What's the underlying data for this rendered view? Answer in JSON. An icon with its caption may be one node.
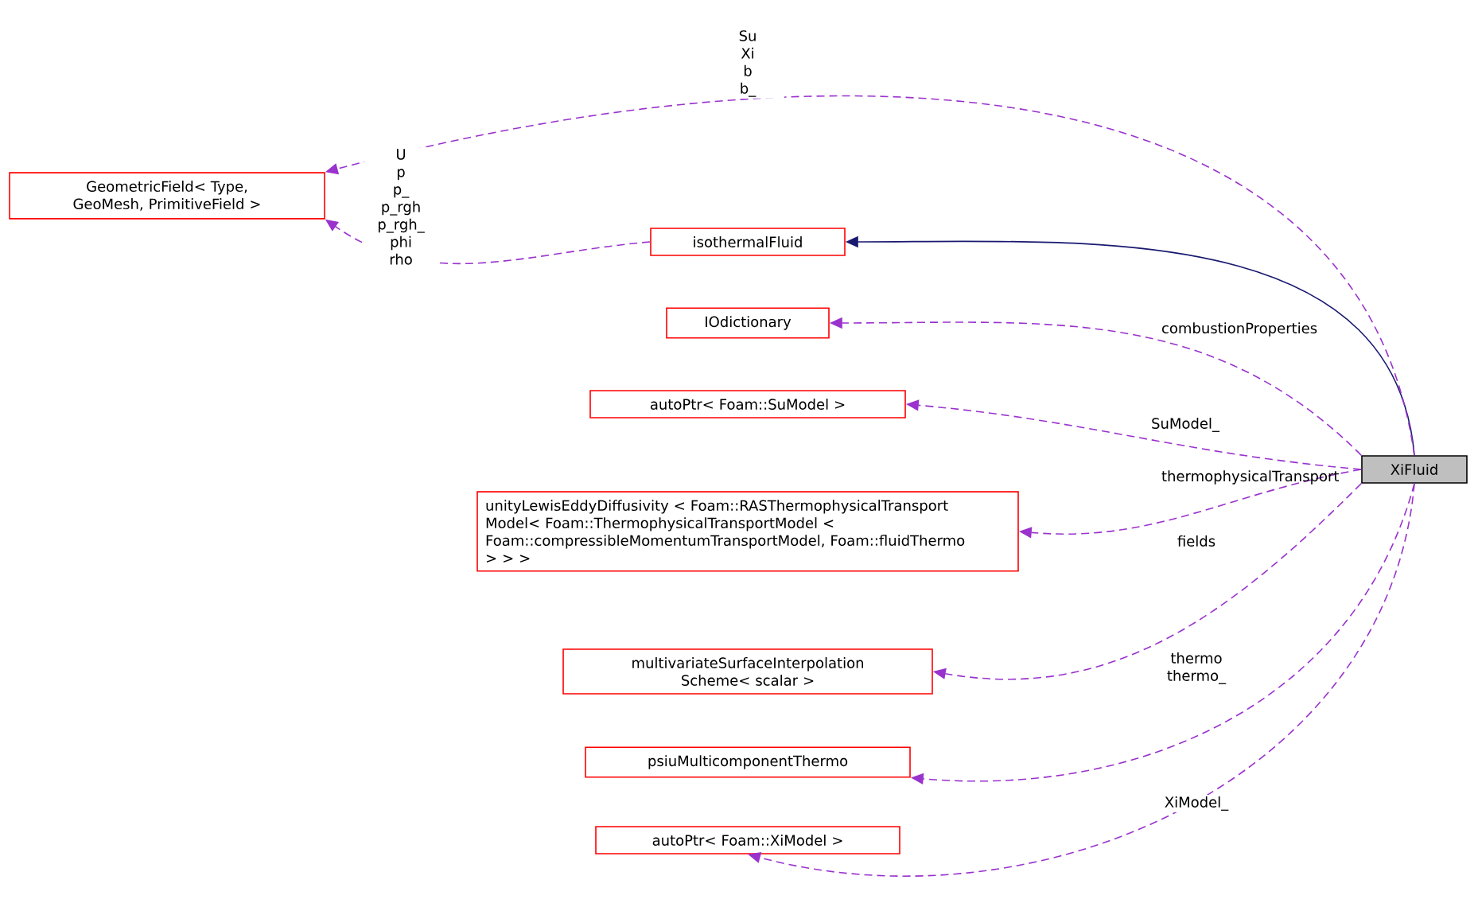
{
  "diagram": {
    "nodes": [
      {
        "text": [
          "XiFluid"
        ]
      },
      {
        "text": [
          "GeometricField< Type, GeoMesh, PrimitiveField >"
        ]
      },
      {
        "text": [
          "isothermalFluid"
        ]
      },
      {
        "text": [
          "IOdictionary"
        ]
      },
      {
        "text": [
          "autoPtr< Foam::SuModel >"
        ]
      },
      {
        "text": [
          "unityLewisEddyDiffusivity < Foam::RASThermophysicalTransport Model< Foam::ThermophysicalTransportModel < Foam::compressibleMomentumTransportModel, Foam::fluidThermo > > >"
        ]
      },
      {
        "text": [
          "multivariateSurfaceInterpolation Scheme< scalar >"
        ]
      },
      {
        "text": [
          "psiuMulticomponentThermo"
        ]
      },
      {
        "text": [
          "autoPtr< Foam::XiModel >"
        ]
      }
    ],
    "edges": [
      {
        "from": 0,
        "to": 2,
        "arrow": "to",
        "color": "#191970"
      },
      {
        "from": 0,
        "to": 1,
        "arrow": "to",
        "style": "dashed",
        "label": "Su Xi b b_"
      },
      {
        "from": 2,
        "to": 1,
        "arrow": "to",
        "style": "dashed",
        "label": "U p p_ p_rgh p_rgh_ phi rho"
      },
      {
        "from": 0,
        "to": 3,
        "arrow": "to",
        "style": "dashed",
        "label": "combustionProperties"
      },
      {
        "from": 0,
        "to": 4,
        "arrow": "to",
        "style": "dashed",
        "label": "SuModel_"
      },
      {
        "from": 0,
        "to": 5,
        "arrow": "to",
        "style": "dashed",
        "label": "thermophysicalTransport"
      },
      {
        "from": 0,
        "to": 6,
        "arrow": "to",
        "style": "dashed",
        "label": "fields"
      },
      {
        "from": 0,
        "to": 7,
        "arrow": "to",
        "style": "dashed",
        "label": "thermo thermo_"
      },
      {
        "from": 0,
        "to": 8,
        "arrow": "to",
        "style": "dashed",
        "label": "XiModel_"
      }
    ]
  }
}
